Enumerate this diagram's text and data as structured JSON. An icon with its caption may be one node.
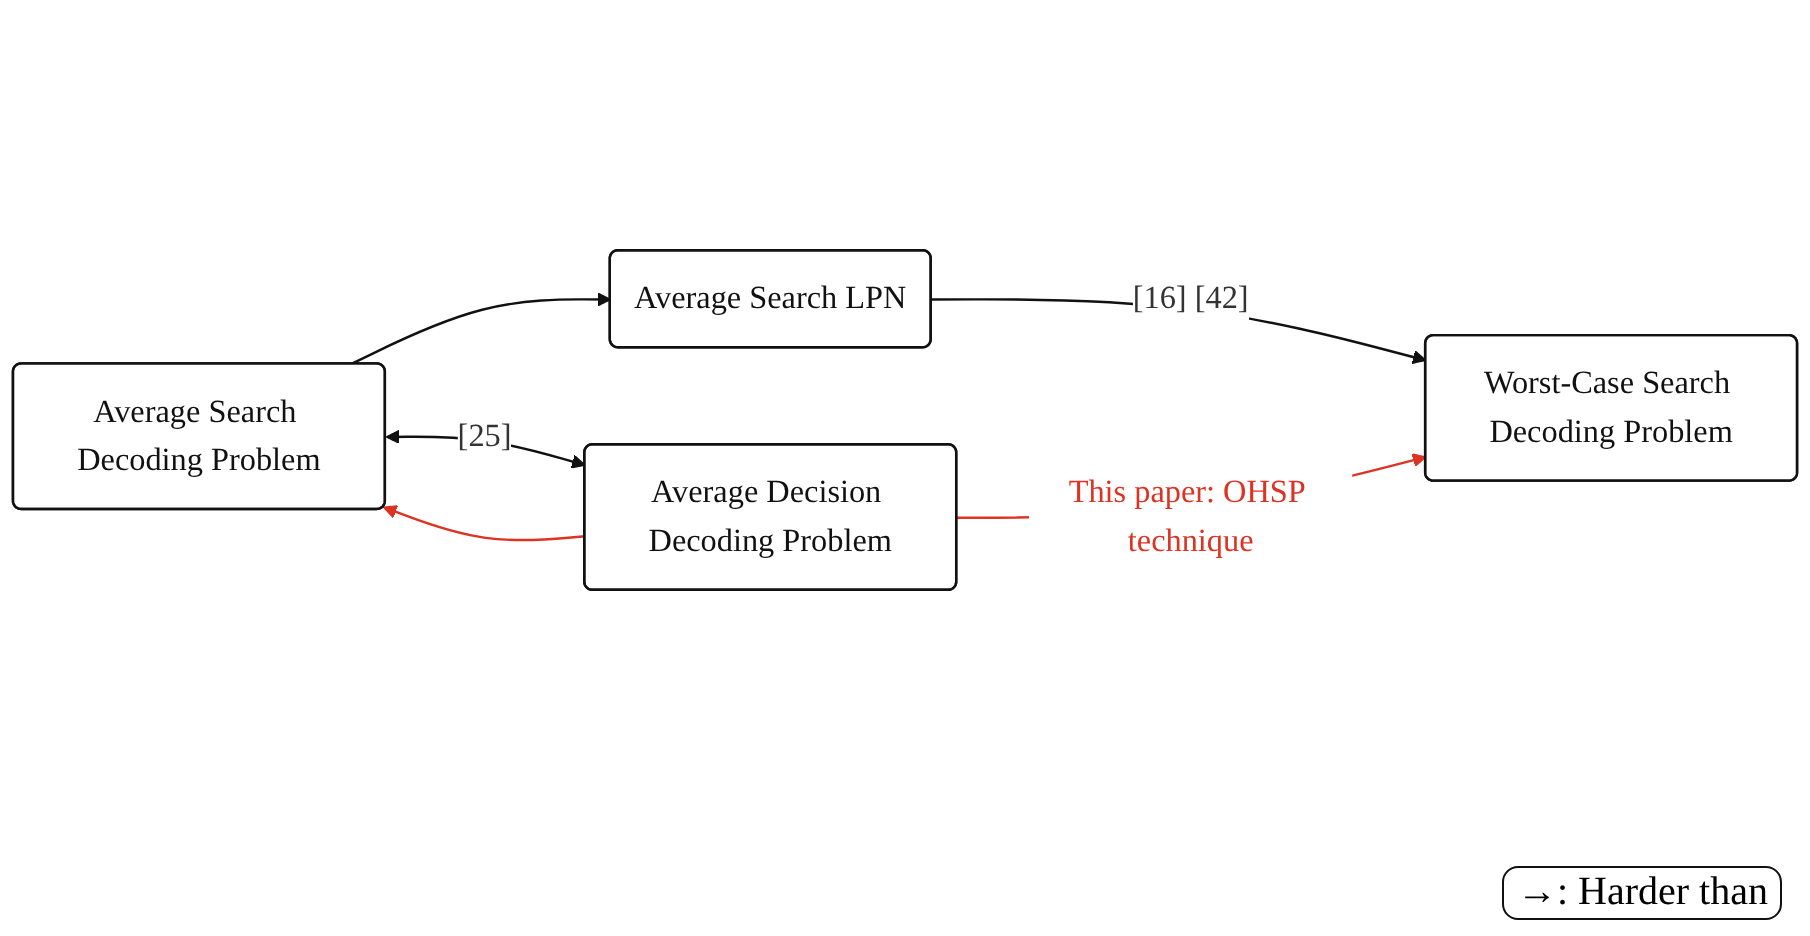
{
  "diagram": {
    "nodes": [
      {
        "text": [
          "Average Search Decoding Problem"
        ]
      },
      {
        "text": [
          "Average Search LPN"
        ]
      },
      {
        "text": [
          "Worst-Case Search Decoding Problem"
        ]
      },
      {
        "text": [
          "Average Decision Decoding Problem"
        ]
      }
    ],
    "edges": [
      {
        "from": 0,
        "to": 1,
        "arrow": "to"
      },
      {
        "from": 1,
        "to": 2,
        "arrow": "to",
        "label": "[16] [42]"
      },
      {
        "from": 0,
        "to": 3,
        "arrow": "both",
        "label": "[25]"
      },
      {
        "from": 3,
        "to": 0,
        "arrow": "to",
        "color": "#dd3322"
      },
      {
        "from": 3,
        "to": 2,
        "arrow": "to",
        "color": "#dd3322",
        "label": "This paper: OHSP technique"
      }
    ],
    "legend": [
      {
        "text": "→: Harder than"
      }
    ]
  }
}
